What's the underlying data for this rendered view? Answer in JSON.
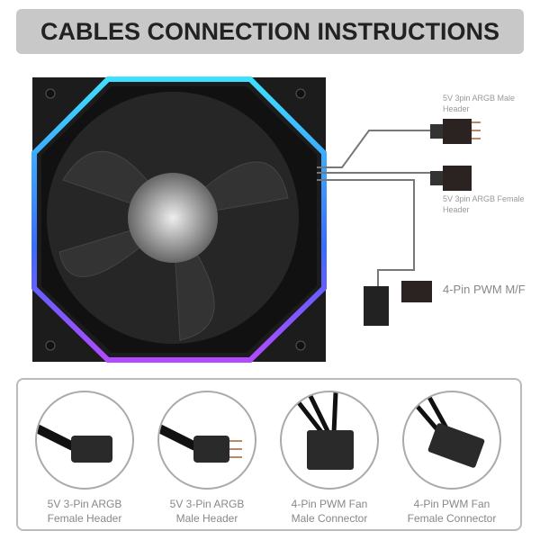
{
  "title": "CABLES CONNECTION INSTRUCTIONS",
  "callouts": {
    "male_argb": [
      "5V 3pin ARGB Male",
      "Header"
    ],
    "female_argb": [
      "5V 3pin ARGB Female",
      "Header"
    ],
    "pwm": "4-Pin PWM M/F"
  },
  "connectors": [
    {
      "line1": "5V 3-Pin ARGB",
      "line2": "Female Header",
      "icon": "argb-female-connector"
    },
    {
      "line1": "5V 3-Pin ARGB",
      "line2": "Male Header",
      "icon": "argb-male-connector"
    },
    {
      "line1": "4-Pin PWM Fan",
      "line2": "Male Connector",
      "icon": "pwm-male-connector"
    },
    {
      "line1": "4-Pin PWM Fan",
      "line2": "Female Connector",
      "icon": "pwm-female-connector"
    }
  ]
}
